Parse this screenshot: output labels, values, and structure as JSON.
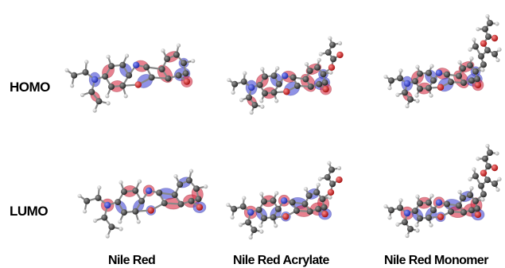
{
  "rows": [
    {
      "label": "HOMO"
    },
    {
      "label": "LUMO"
    }
  ],
  "columns": [
    {
      "label": "Nile Red"
    },
    {
      "label": "Nile Red Acrylate"
    },
    {
      "label": "Nile Red  Monomer"
    }
  ],
  "colors": {
    "lobe_positive": "#d9334a",
    "lobe_negative": "#4a4fd6",
    "carbon": "#3a3a3a",
    "hydrogen": "#d8d8d8",
    "nitrogen": "#2838c8",
    "oxygen": "#d81818",
    "bond": "#888888"
  }
}
